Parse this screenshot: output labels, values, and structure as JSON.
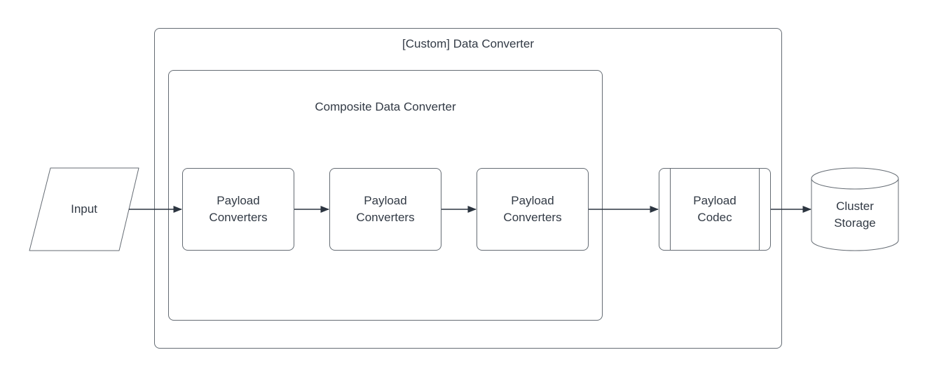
{
  "diagram": {
    "outer_container": {
      "label": "[Custom] Data Converter"
    },
    "inner_container": {
      "label": "Composite Data Converter"
    },
    "nodes": {
      "input": {
        "label": "Input",
        "shape": "parallelogram"
      },
      "payload_converters_1": {
        "label": "Payload Converters",
        "shape": "rounded-rectangle"
      },
      "payload_converters_2": {
        "label": "Payload Converters",
        "shape": "rounded-rectangle"
      },
      "payload_converters_3": {
        "label": "Payload Converters",
        "shape": "rounded-rectangle"
      },
      "payload_codec": {
        "label": "Payload Codec",
        "shape": "predefined-process"
      },
      "cluster_storage": {
        "label": "Cluster Storage",
        "shape": "cylinder"
      }
    },
    "edges": [
      {
        "from": "input",
        "to": "payload_converters_1"
      },
      {
        "from": "payload_converters_1",
        "to": "payload_converters_2"
      },
      {
        "from": "payload_converters_2",
        "to": "payload_converters_3"
      },
      {
        "from": "payload_converters_3",
        "to": "payload_codec"
      },
      {
        "from": "payload_codec",
        "to": "cluster_storage"
      }
    ],
    "colors": {
      "shape_stroke": "#646b73",
      "arrow": "#2c3540",
      "text": "#323a45",
      "shape_fill": "#ffffff",
      "background": "#ffffff"
    }
  }
}
